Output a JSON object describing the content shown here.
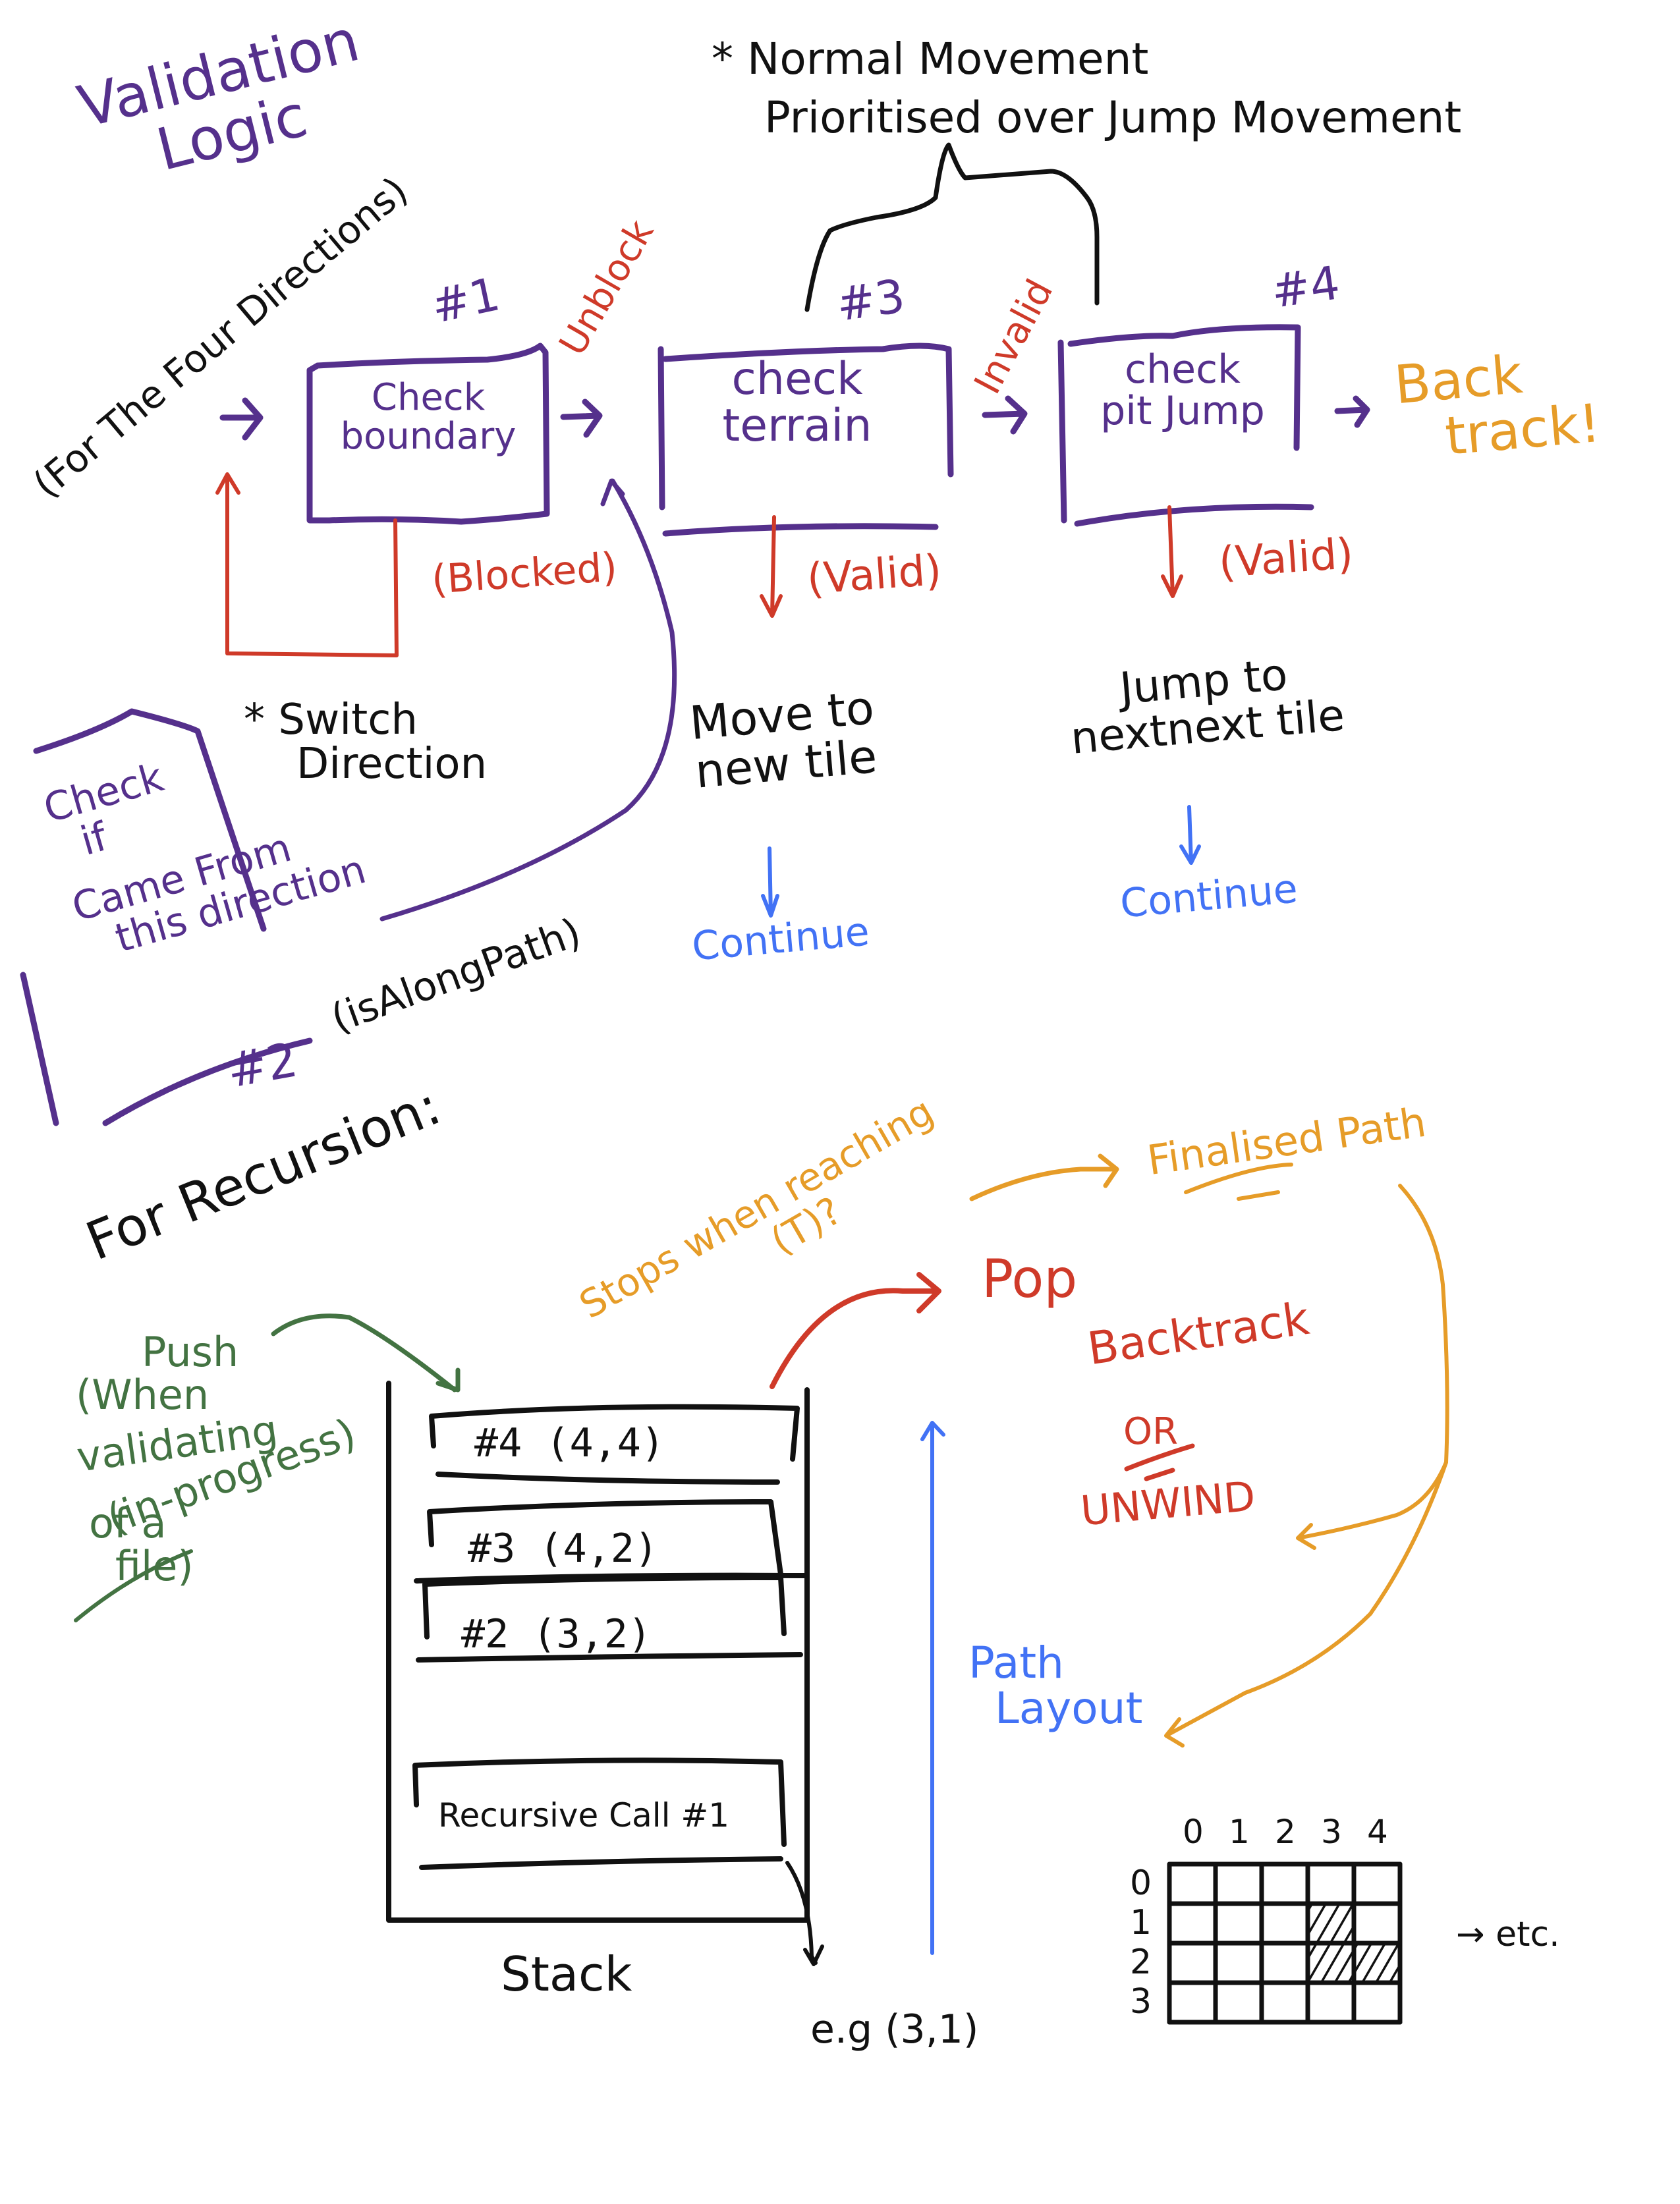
{
  "colors": {
    "purple": "#55308c",
    "red": "#cf3a29",
    "black": "#111111",
    "orange": "#e69c28",
    "blue": "#4272f5",
    "green": "#437342"
  },
  "validation": {
    "title_line1": "Validation",
    "title_line2": "Logic",
    "four_directions": "(For The Four Directions)",
    "note_priority_line1": "* Normal Movement",
    "note_priority_line2": "Prioritised over Jump Movement",
    "steps": [
      {
        "number": "#1",
        "label_line1": "Check",
        "label_line2": "boundary"
      },
      {
        "number": "#2",
        "label_line1": "Check",
        "label_line2": "if",
        "label_line3": "Came From",
        "label_line4": "this direction",
        "function_name": "(isAlongPath)"
      },
      {
        "number": "#3",
        "label_line1": "check",
        "label_line2": "terrain"
      },
      {
        "number": "#4",
        "label_line1": "check",
        "label_line2": "pit Jump"
      }
    ],
    "edge_unblock": "Unblock",
    "edge_blocked": "(Blocked)",
    "edge_invalid": "Invalid",
    "edge_valid_terrain": "(Valid)",
    "edge_valid_jump": "(Valid)",
    "switch_direction_line1": "* Switch",
    "switch_direction_line2": "Direction",
    "backtrack_line1": "Back",
    "backtrack_line2": "track!",
    "move_line1": "Move to",
    "move_line2": "new tile",
    "jump_line1": "Jump to",
    "jump_line2": "nextnext tile",
    "continue_1": "Continue",
    "continue_2": "Continue"
  },
  "recursion": {
    "title": "For Recursion:",
    "push_line1": "Push",
    "push_line2": "(When",
    "push_line3": "validating",
    "push_line4": "(in-progress)",
    "push_line5": "of a",
    "push_line6": "file)",
    "stops_line1": "Stops when reaching",
    "stops_line2": "(T)?",
    "finalised_path": "Finalised Path",
    "pop": "Pop",
    "backtrack": "Backtrack",
    "or": "OR",
    "unwind": "UNWIND",
    "path_layout_line1": "Path",
    "path_layout_line2": "Layout",
    "stack_label": "Stack",
    "example": "e.g (3,1)",
    "stack_frames": [
      {
        "label": "#4  (4,4)"
      },
      {
        "label": "#3  (4,2)"
      },
      {
        "label": "#2  (3,2)"
      },
      {
        "label": "Recursive Call #1"
      }
    ]
  },
  "grid": {
    "col_labels": [
      "0",
      "1",
      "2",
      "3",
      "4"
    ],
    "row_labels": [
      "0",
      "1",
      "2",
      "3"
    ],
    "shaded_cells": [
      [
        1,
        3
      ],
      [
        2,
        3
      ],
      [
        2,
        4
      ]
    ],
    "etc": "→ etc."
  }
}
